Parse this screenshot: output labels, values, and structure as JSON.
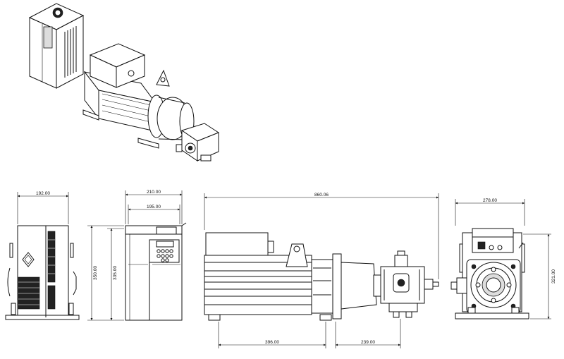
{
  "dimensions": {
    "front_width": "192.00",
    "front_height": "350.00",
    "side_depth_outer": "210.00",
    "side_depth_inner": "195.00",
    "side_height": "335.00",
    "motor_total_length": "860.06",
    "motor_body_length": "396.00",
    "pump_length": "239.00",
    "end_width": "278.00",
    "end_height": "321.00"
  }
}
